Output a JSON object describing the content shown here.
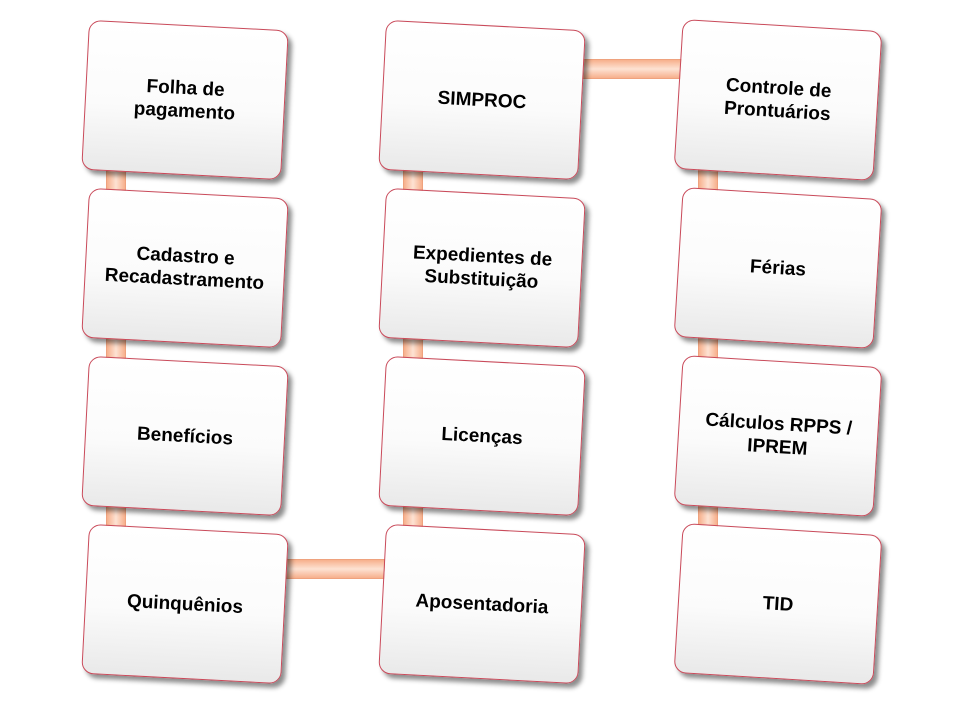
{
  "diagram": {
    "nodes": [
      {
        "id": "folha",
        "label": "Folha de pagamento"
      },
      {
        "id": "cadastro",
        "label": "Cadastro e Recadastramento"
      },
      {
        "id": "beneficios",
        "label": "Benefícios"
      },
      {
        "id": "quinquenios",
        "label": "Quinquênios"
      },
      {
        "id": "aposentadoria",
        "label": "Aposentadoria"
      },
      {
        "id": "licencas",
        "label": "Licenças"
      },
      {
        "id": "expedientes",
        "label": "Expedientes de Substituição"
      },
      {
        "id": "simproc",
        "label": "SIMPROC"
      },
      {
        "id": "controle",
        "label": "Controle de Prontuários"
      },
      {
        "id": "ferias",
        "label": "Férias"
      },
      {
        "id": "calculos",
        "label": "Cálculos RPPS / IPREM"
      },
      {
        "id": "tid",
        "label": "TID"
      }
    ],
    "connector_color": "#f7b08c",
    "border_color": "#c94a5a"
  }
}
